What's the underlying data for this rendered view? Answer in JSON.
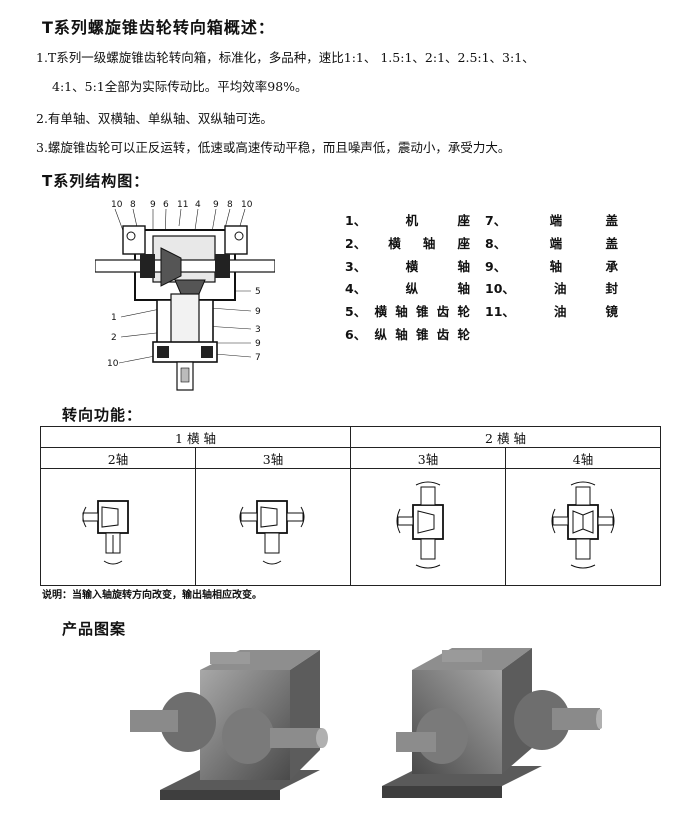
{
  "heading_overview": "T系列螺旋锥齿轮转向箱概述：",
  "paragraphs": [
    "1.T系列一级螺旋锥齿轮转向箱，标准化，多品种，速比1:1、 1.5:1、2:1、2.5:1、3:1、",
    "4:1、5:1全部为实际传动比。平均效率98%。",
    "2.有单轴、双横轴、单纵轴、双纵轴可选。",
    "3.螺旋锥齿轮可以正反运转，低速或高速传动平稳，而且噪声低，震动小，承受力大。"
  ],
  "heading_structure": "T系列结构图：",
  "diagram_numbers": {
    "top": [
      "10",
      "8",
      "9",
      "6",
      "11",
      "4",
      "9",
      "8",
      "10"
    ],
    "right": [
      "5",
      "9",
      "3",
      "9",
      "7"
    ],
    "left": [
      "1",
      "2",
      "10"
    ]
  },
  "legend": [
    {
      "n": "1、",
      "t": [
        "机",
        "座"
      ],
      "n2": "7、",
      "t2": [
        "端",
        "盖"
      ]
    },
    {
      "n": "2、",
      "t": [
        "横",
        "轴",
        "座"
      ],
      "n2": "8、",
      "t2": [
        "端",
        "盖"
      ]
    },
    {
      "n": "3、",
      "t": [
        "横",
        "轴"
      ],
      "n2": "9、",
      "t2": [
        "轴",
        "承"
      ]
    },
    {
      "n": "4、",
      "t": [
        "纵",
        "轴"
      ],
      "n2": "10、",
      "t2": [
        "油",
        "封"
      ]
    },
    {
      "n": "5、",
      "t": [
        "横",
        "轴",
        "锥",
        "齿",
        "轮"
      ],
      "n2": "11、",
      "t2": [
        "油",
        "镜"
      ]
    },
    {
      "n": "6、",
      "t": [
        "纵",
        "轴",
        "锥",
        "齿",
        "轮"
      ],
      "n2": "",
      "t2": []
    }
  ],
  "heading_direction": "转向功能：",
  "table": {
    "group1": "1 横 轴",
    "group2": "2 横 轴",
    "cols": [
      "2轴",
      "3轴",
      "3轴",
      "4轴"
    ]
  },
  "note": "说明：当输入轴旋转方向改变，输出轴相应改变。",
  "heading_products": "产品图案",
  "colors": {
    "casting": "#7a7a7a",
    "casting_dark": "#4a4a4a",
    "casting_light": "#a8a8a8"
  }
}
